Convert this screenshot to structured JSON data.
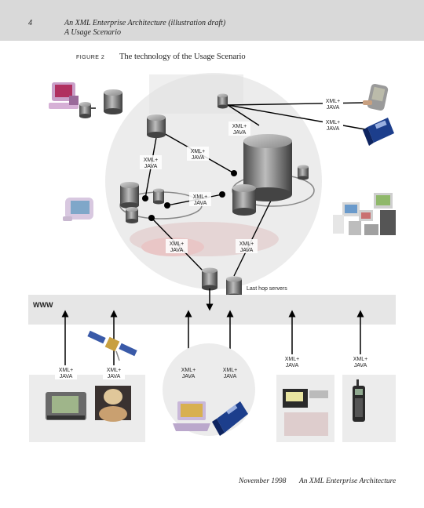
{
  "header": {
    "page_number": "4",
    "title_line1": "An XML Enterprise Architecture (illustration draft)",
    "title_line2": "A Usage Scenario"
  },
  "figure": {
    "label": "FIGURE 2",
    "title": "The technology of the Usage Scenario"
  },
  "diagram": {
    "tag_line1": "XML+",
    "tag_line2": "JAVA",
    "last_hop_label": "Last hop servers",
    "www_label": "WWW"
  },
  "footer": {
    "date": "November 1998",
    "title": "An XML Enterprise Architecture"
  },
  "colors": {
    "header_bg": "#d9d9d9",
    "circle_bg": "#ececec",
    "www_band": "#e6e6e6",
    "cylinder_dark": "#555555",
    "cylinder_light": "#b5b5b5"
  }
}
